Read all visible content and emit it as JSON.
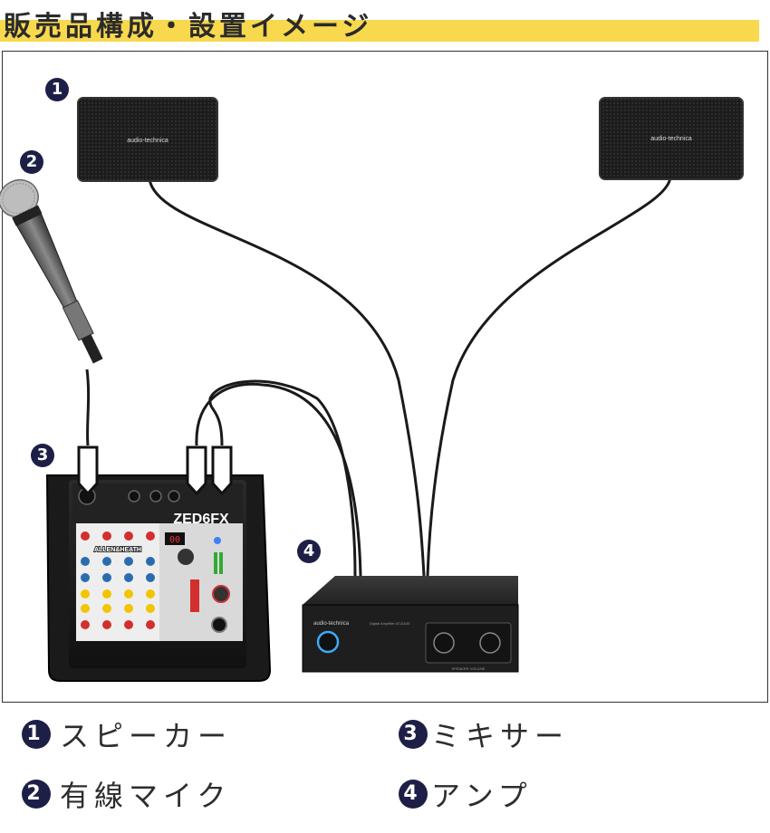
{
  "title": "販売品構成・設置イメージ",
  "colors": {
    "title_bar": "#f8d94e",
    "badge": "#1e1f47",
    "frame": "#333333"
  },
  "speaker_brand": "audio-technica",
  "mixer": {
    "model": "ZED6FX",
    "brand": "ALLEN&HEATH",
    "meter": "00"
  },
  "amp": {
    "brand": "audio-technica",
    "model_text": "Digital Amplifier AT-DA20",
    "knob_label": "SPEAKER VOLUME"
  },
  "markers": {
    "speaker": "1",
    "mic": "2",
    "mixer": "3",
    "amp": "4"
  },
  "legend": [
    {
      "number": "1",
      "label": "スピーカー"
    },
    {
      "number": "2",
      "label": "有線マイク"
    },
    {
      "number": "3",
      "label": "ミキサー"
    },
    {
      "number": "4",
      "label": "アンプ"
    }
  ]
}
